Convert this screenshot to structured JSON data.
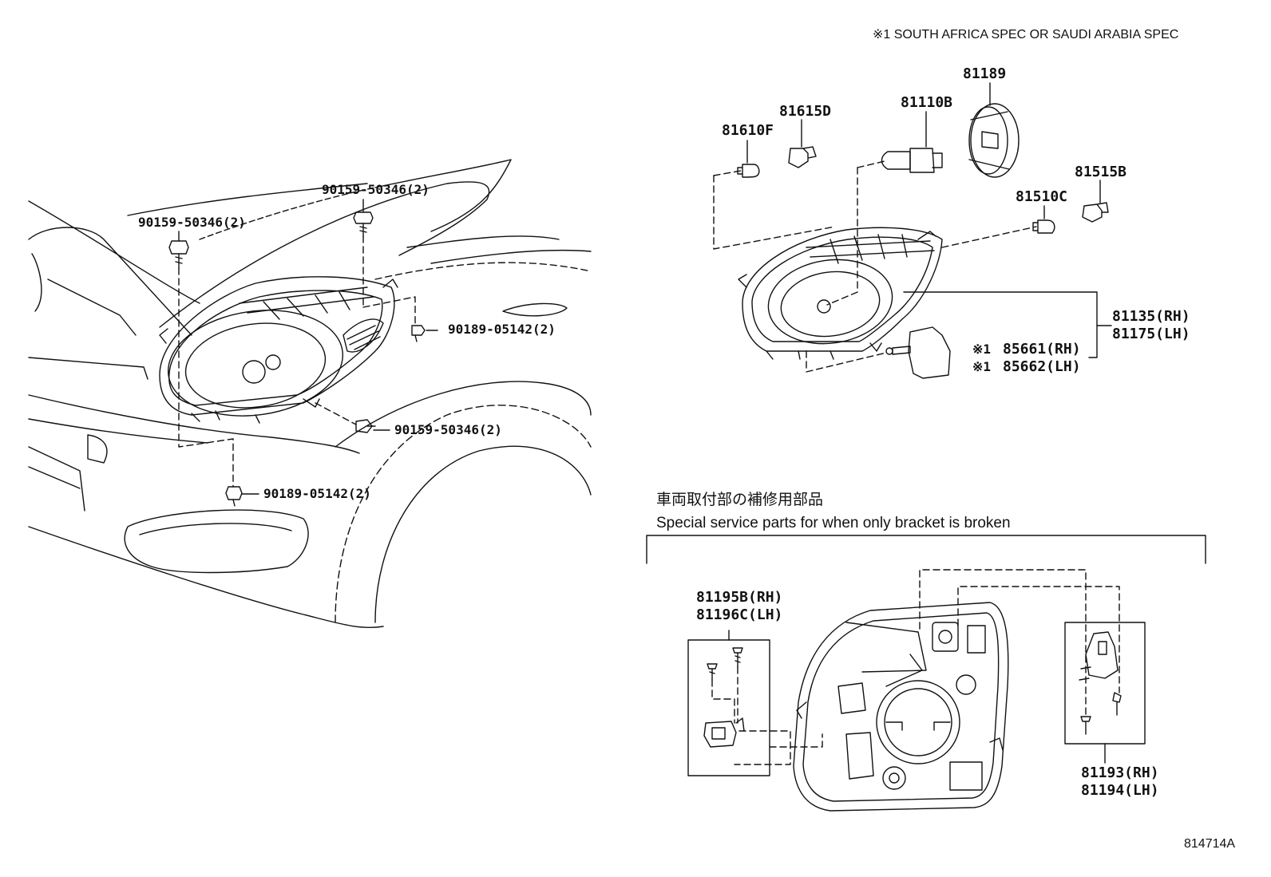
{
  "note": "※1 SOUTH AFRICA SPEC OR SAUDI ARABIA SPEC",
  "figure_id": "814714A",
  "left": {
    "bolt_a": "90159-50346(2)",
    "bolt_b": "90159-50346(2)",
    "bolt_c": "90159-50346(2)",
    "clip_a": "90189-05142(2)",
    "clip_b": "90189-05142(2)"
  },
  "right": {
    "bulb_81610f": "81610F",
    "socket_81615d": "81615D",
    "bulb_81110b": "81110B",
    "cap_81189": "81189",
    "socket_81515b": "81515B",
    "bulb_81510c": "81510C",
    "unit_rh": "81135(RH)",
    "unit_lh": "81175(LH)",
    "motor_rh_mark": "※1",
    "motor_rh": "85661(RH)",
    "motor_lh_mark": "※1",
    "motor_lh": "85662(LH)"
  },
  "service": {
    "title_ja": "車両取付部の補修用部品",
    "title_en": "Special service parts for when only bracket is broken",
    "kit_left_rh": "81195B(RH)",
    "kit_left_lh": "81196C(LH)",
    "kit_right_rh": "81193(RH)",
    "kit_right_lh": "81194(LH)"
  }
}
